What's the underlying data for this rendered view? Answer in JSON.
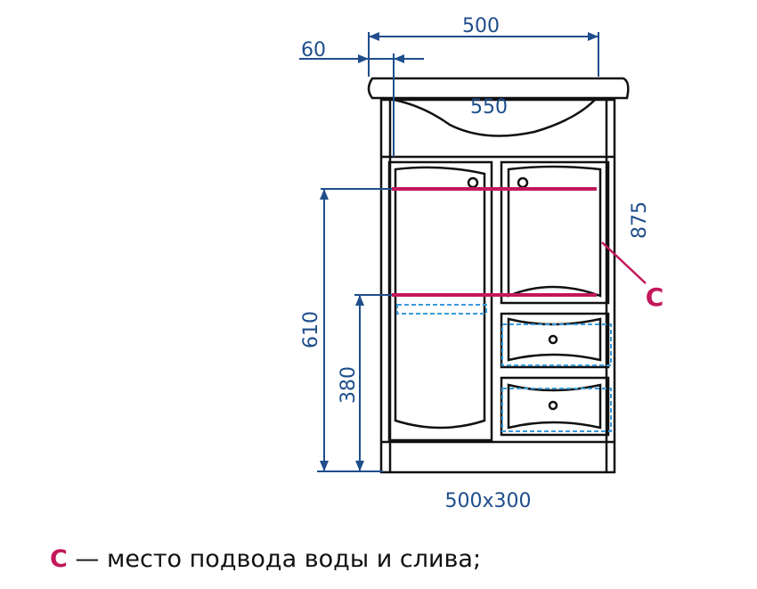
{
  "dimensions": {
    "overall_width": "500",
    "offset": "60",
    "basin_width": "550",
    "total_height": "875",
    "height_upper": "610",
    "height_lower": "380",
    "base_size": "500x300"
  },
  "legend": {
    "key": "C",
    "separator": " — ",
    "text": "место подвода воды и слива;"
  },
  "colors": {
    "outline": "#111111",
    "dimension": "#1f4e8c",
    "connection": "#c2185b",
    "dashed": "#3a9ad9"
  }
}
